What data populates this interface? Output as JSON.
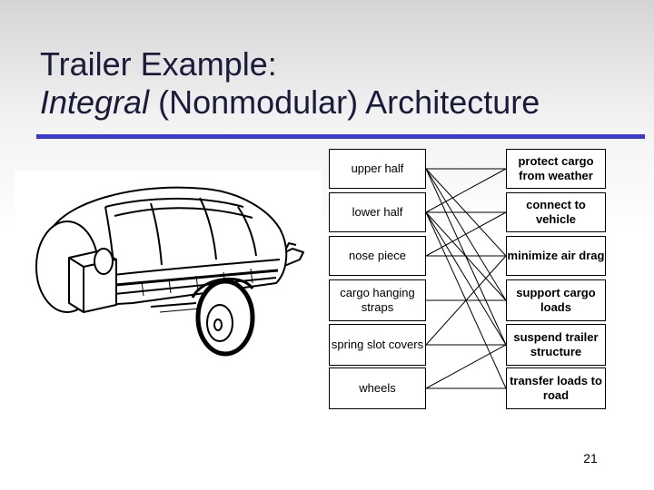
{
  "slide": {
    "title_line1": "Trailer Example:",
    "title_line2_italic": "Integral",
    "title_line2_rest": " (Nonmodular) Architecture",
    "page_number": "21"
  },
  "physical_elements": [
    {
      "label": "upper half"
    },
    {
      "label": "lower half"
    },
    {
      "label": "nose piece"
    },
    {
      "label": "cargo hanging straps"
    },
    {
      "label": "spring slot covers"
    },
    {
      "label": "wheels"
    }
  ],
  "functional_elements": [
    {
      "label": "protect cargo from weather"
    },
    {
      "label": "connect to vehicle"
    },
    {
      "label": "minimize air drag"
    },
    {
      "label": "support cargo loads"
    },
    {
      "label": "suspend trailer structure"
    },
    {
      "label": "transfer loads to road"
    }
  ],
  "mappings": [
    [
      0,
      0
    ],
    [
      0,
      2
    ],
    [
      0,
      3
    ],
    [
      0,
      4
    ],
    [
      1,
      0
    ],
    [
      1,
      1
    ],
    [
      1,
      3
    ],
    [
      1,
      4
    ],
    [
      1,
      5
    ],
    [
      2,
      1
    ],
    [
      2,
      2
    ],
    [
      3,
      3
    ],
    [
      4,
      2
    ],
    [
      4,
      4
    ],
    [
      5,
      4
    ],
    [
      5,
      5
    ]
  ]
}
